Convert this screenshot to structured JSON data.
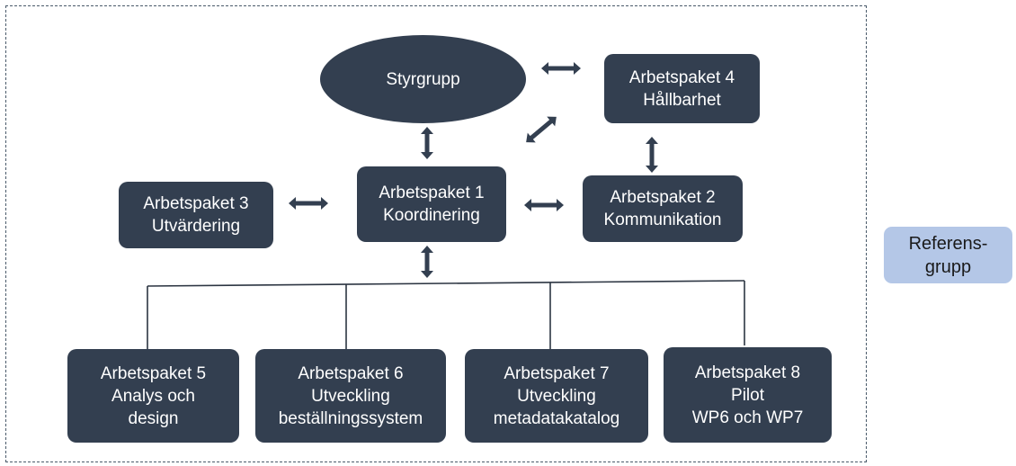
{
  "diagram": {
    "styrgrupp": [
      "Styrgrupp"
    ],
    "ap1": [
      "Arbetspaket 1",
      "Koordinering"
    ],
    "ap2": [
      "Arbetspaket 2",
      "Kommunikation"
    ],
    "ap3": [
      "Arbetspaket 3",
      "Utvärdering"
    ],
    "ap4": [
      "Arbetspaket 4",
      "Hållbarhet"
    ],
    "ap5": [
      "Arbetspaket 5",
      "Analys och",
      "design"
    ],
    "ap6": [
      "Arbetspaket 6",
      "Utveckling",
      "beställningssystem"
    ],
    "ap7": [
      "Arbetspaket 7",
      "Utveckling",
      "metadatakatalog"
    ],
    "ap8": [
      "Arbetspaket 8",
      "Pilot",
      "WP6 och WP7"
    ],
    "referensgrupp": [
      "Referens-",
      "grupp"
    ]
  },
  "colors": {
    "box_fill": "#333f50",
    "box_text": "#ffffff",
    "ref_fill": "#b4c7e7",
    "frame": "#4a5a6a"
  }
}
